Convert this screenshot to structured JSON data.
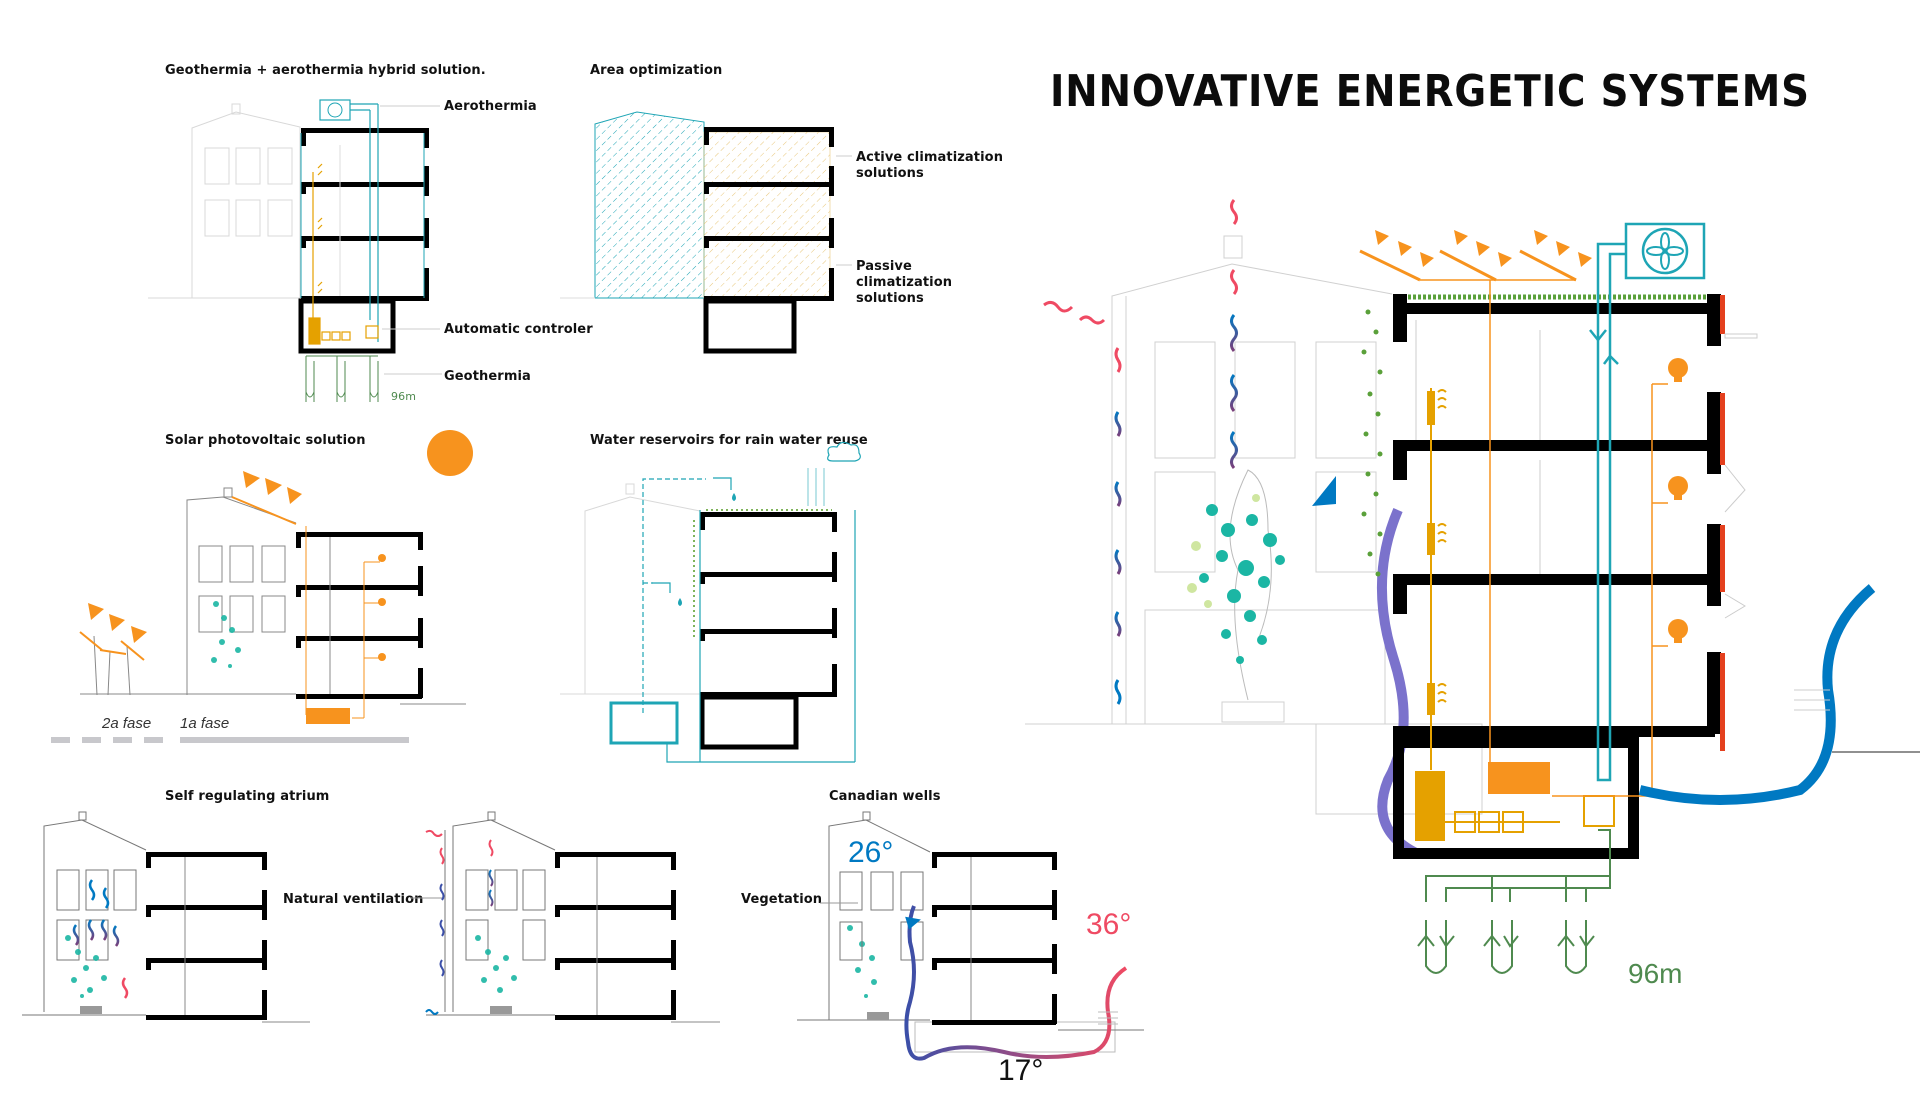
{
  "title": "INNOVATIVE ENERGETIC SYSTEMS",
  "colors": {
    "structure": "#000000",
    "aerothermia": "#1ea5b5",
    "heating": "#e5a100",
    "solar": "#f7931e",
    "geothermia": "#4f8a4f",
    "warm_air": "#ef4a63",
    "cool_air": "#0079c2",
    "ventilation_flow": "#7b72cc",
    "vegetation": "#1bb6a4",
    "facade_accent": "#e4401e",
    "ghost_lines": "#cccccc"
  },
  "panels": [
    {
      "id": "geothermia-aerothermia",
      "heading": "Geothermia + aerothermia hybrid solution.",
      "callouts": [
        "Aerothermia",
        "Automatic controler",
        "Geothermia"
      ],
      "depth_label": "96m"
    },
    {
      "id": "area-optimization",
      "heading": "Area optimization",
      "callouts": [
        "Active climatization solutions",
        "Passive climatization solutions"
      ]
    },
    {
      "id": "solar-photovoltaic",
      "heading": "Solar photovoltaic solution",
      "phases": [
        "2a fase",
        "1a fase"
      ]
    },
    {
      "id": "water-reservoirs",
      "heading": "Water reservoirs for rain water reuse"
    },
    {
      "id": "self-regulating-atrium",
      "heading": "Self regulating atrium",
      "callouts": [
        "Natural ventilation"
      ]
    },
    {
      "id": "canadian-wells",
      "heading": "Canadian wells",
      "callouts": [
        "Vegetation"
      ],
      "temperatures": {
        "indoor": "26°",
        "outdoor": "36°",
        "underground": "17°"
      }
    }
  ],
  "main_diagram": {
    "depth_label": "96m"
  }
}
